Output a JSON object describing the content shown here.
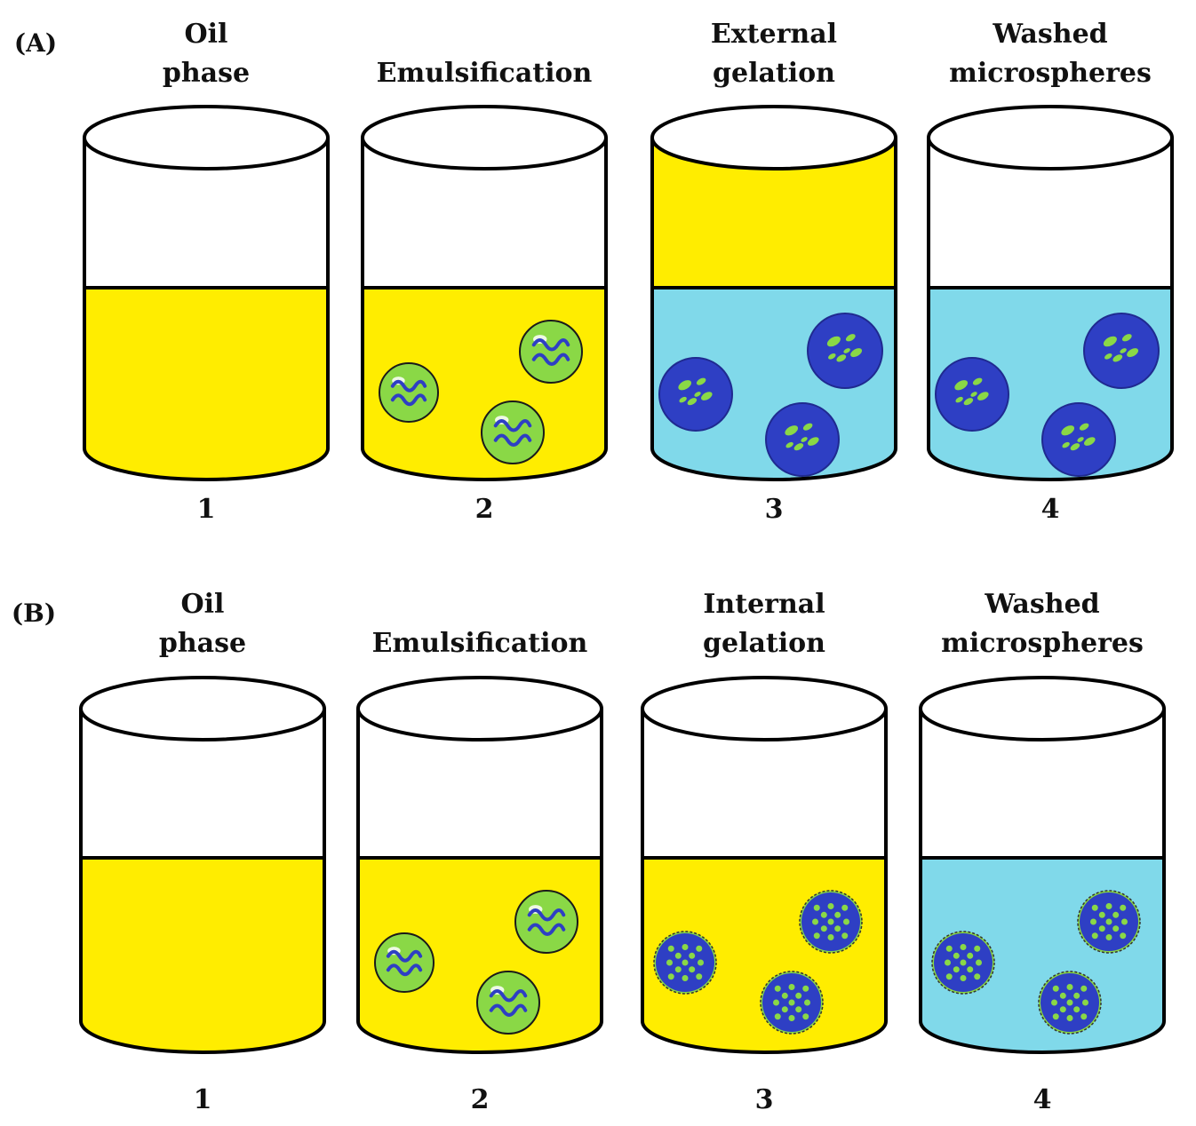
{
  "colors": {
    "oil": "#FFED00",
    "water": "#80D9EA",
    "blue": "#2E3FC4",
    "green": "#8AD846",
    "outline": "#000000"
  },
  "panels": [
    {
      "label": "(A)",
      "steps": [
        {
          "title": [
            "Oil",
            "phase"
          ],
          "number": "1",
          "top": "empty",
          "bottom": "oil",
          "beads": "none"
        },
        {
          "title": [
            "Emulsification"
          ],
          "number": "2",
          "top": "empty",
          "bottom": "oil",
          "beads": "emulsion"
        },
        {
          "title": [
            "External",
            "gelation"
          ],
          "number": "3",
          "top": "oil",
          "bottom": "water",
          "beads": "gel-external"
        },
        {
          "title": [
            "Washed",
            "microspheres"
          ],
          "number": "4",
          "top": "empty",
          "bottom": "water",
          "beads": "gel-external"
        }
      ]
    },
    {
      "label": "(B)",
      "steps": [
        {
          "title": [
            "Oil",
            "phase"
          ],
          "number": "1",
          "top": "empty",
          "bottom": "oil",
          "beads": "none"
        },
        {
          "title": [
            "Emulsification"
          ],
          "number": "2",
          "top": "empty",
          "bottom": "oil",
          "beads": "emulsion"
        },
        {
          "title": [
            "Internal",
            "gelation"
          ],
          "number": "3",
          "top": "empty",
          "bottom": "oil",
          "beads": "gel-internal"
        },
        {
          "title": [
            "Washed",
            "microspheres"
          ],
          "number": "4",
          "top": "empty",
          "bottom": "water",
          "beads": "gel-internal"
        }
      ]
    }
  ]
}
